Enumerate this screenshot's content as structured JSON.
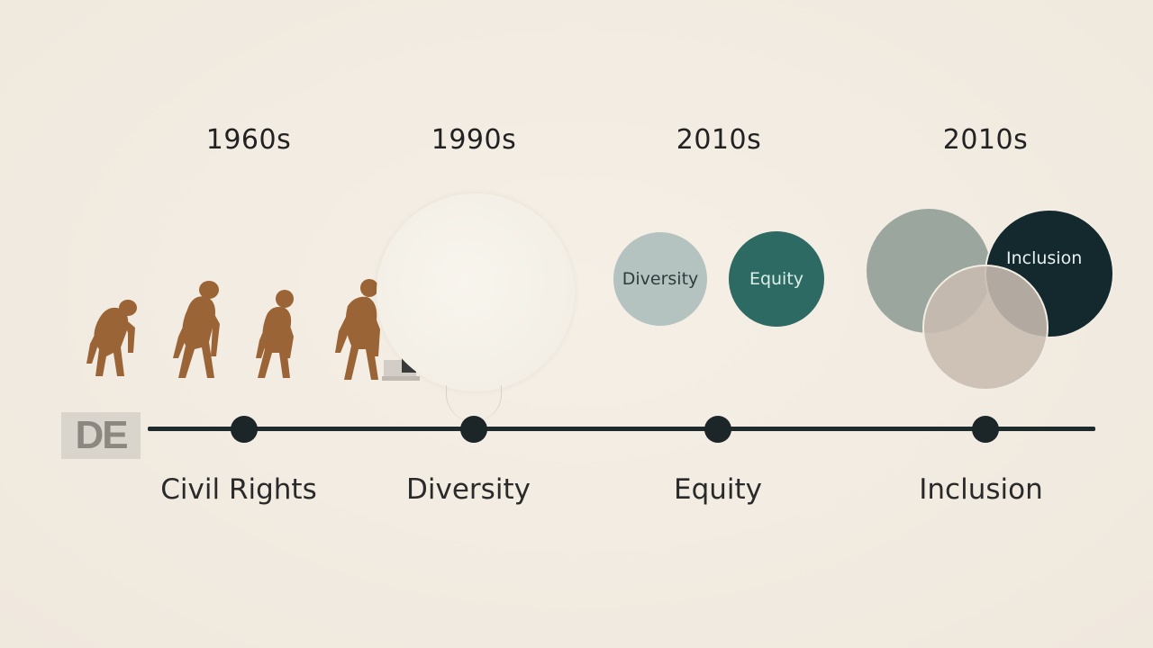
{
  "eras": [
    "1960s",
    "1990s",
    "2010s",
    "2010s"
  ],
  "milestones": [
    "Civil Rights",
    "Diversity",
    "Equity",
    "Inclusion"
  ],
  "logo_text": "DE",
  "circles": {
    "diversity": "Diversity",
    "equity": "Equity",
    "inclusion": "Inclusion"
  },
  "colors": {
    "background": "#f2ece2",
    "timeline": "#1f2a2c",
    "figure": "#9a6436",
    "diversity_circle": "#b4c3bf",
    "equity_circle": "#2e6a64",
    "inclusion_circle": "#13292d",
    "grey_circle": "#9ba79e",
    "beige_circle": "#c8bcb1"
  }
}
